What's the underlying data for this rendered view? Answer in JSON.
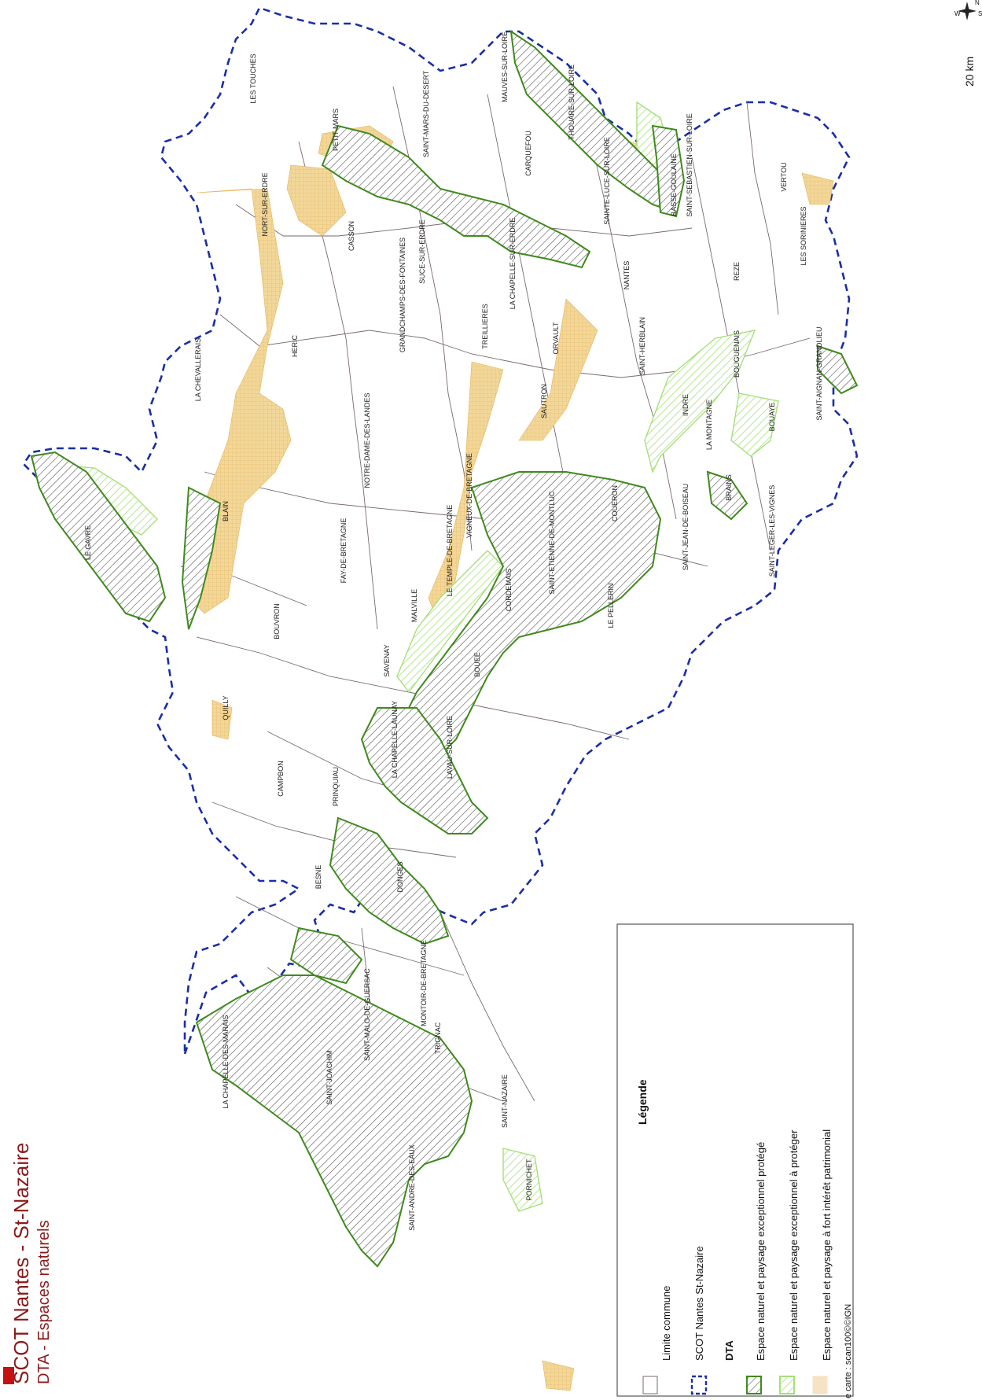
{
  "title": {
    "main": "SCOT Nantes - St-Nazaire",
    "subtitle": "DTA - Espaces naturels"
  },
  "compass": {
    "n": "N",
    "w": "W",
    "s": "S"
  },
  "scale": {
    "label": "20 km"
  },
  "legend": {
    "heading": "Légende",
    "items": [
      {
        "label": "Limite commune"
      },
      {
        "label": "SCOT Nantes St-Nazaire"
      }
    ],
    "dta_heading": "DTA",
    "dta_items": [
      {
        "label": "Espace naturel et paysage exceptionnel protégé"
      },
      {
        "label": "Espace naturel et paysage exceptionnel à protéger"
      },
      {
        "label": "Espace naturel et paysage à fort intérêt patrimonial"
      }
    ]
  },
  "source": "e carte : scan100©©IGN",
  "colors": {
    "protege": "#3f8a1c",
    "a_proteger": "#a6e07a",
    "patrimonial": "#f2d79a",
    "scot_border": "#1a2ea8",
    "commune_line": "#7a6a70"
  },
  "communes": [
    "LES TOUCHES",
    "PETIT-MARS",
    "NORT-SUR-ERDRE",
    "MAUVES-SUR-LOIRE",
    "SAINT-MARS-DU-DESERT",
    "THOUARE-SUR-LOIRE",
    "CARQUEFOU",
    "SAINT-SEBASTIEN-SUR-LOIRE",
    "BASSE-GOULAINE",
    "SAINTE-LUCE-SUR-LOIRE",
    "VERTOU",
    "CASSON",
    "SUCE-SUR-ERDRE",
    "LA CHAPELLE-SUR-ERDRE",
    "GRANDCHAMPS-DES-FONTAINES",
    "TREILLIERES",
    "NANTES",
    "LES SORINIERES",
    "REZE",
    "HERIC",
    "LA CHEVALLERAIS",
    "ORVAULT",
    "SAINT-HERBLAIN",
    "SAUTRON",
    "BOUGUENAIS",
    "SAINT-AIGNAN-GRANDLIEU",
    "NOTRE-DAME-DES-LANDES",
    "INDRE",
    "LA MONTAGNE",
    "BOUAYE",
    "VIGNEUX-DE-BRETAGNE",
    "COUERON",
    "SAINT-ETIENNE-DE-MONTLUC",
    "SAINT-JEAN-DE-BOISEAU",
    "BRAINS",
    "SAINT-LEGER-LES-VIGNES",
    "LE GAVRE",
    "BLAIN",
    "FAY-DE-BRETAGNE",
    "LE TEMPLE-DE-BRETAGNE",
    "CORDEMAIS",
    "MALVILLE",
    "LE PELLERIN",
    "BOUVRON",
    "SAVENAY",
    "BOUEE",
    "QUILLY",
    "LA CHAPELLE-LAUNAY",
    "LAVAU-SUR-LOIRE",
    "CAMPBON",
    "PRINQUIAU",
    "BESNE",
    "DONGES",
    "MONTOIR-DE-BRETAGNE",
    "SAINT-MALO-DE-GUERSAC",
    "TRIGNAC",
    "LA CHAPELLE-DES-MARAIS",
    "SAINT-JOACHIM",
    "SAINT-NAZAIRE",
    "SAINT-ANDRE-DES-EAUX",
    "PORNICHET"
  ]
}
